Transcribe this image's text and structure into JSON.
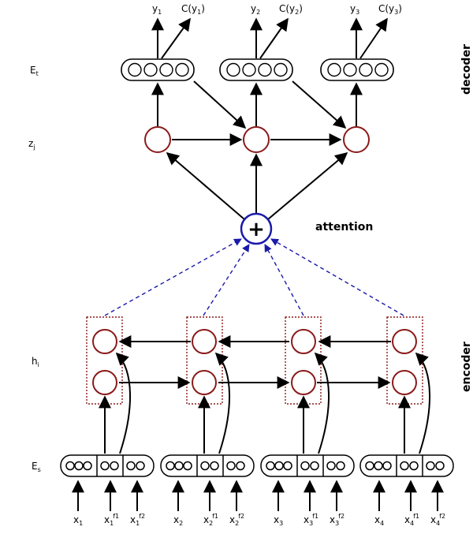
{
  "labels": {
    "decoder": "decoder",
    "encoder": "encoder",
    "attention": "attention",
    "attention_symbol": "+",
    "row_Et": {
      "main": "E",
      "sub": "t"
    },
    "row_zj": {
      "main": "z",
      "sub": "j"
    },
    "row_hi": {
      "main": "h",
      "sub": "i"
    },
    "row_Es": {
      "main": "E",
      "sub": "s"
    }
  },
  "decoder_outputs": [
    {
      "y": "y",
      "y_sub": "1",
      "c_pre": "C(y",
      "c_sub": "1",
      "c_post": ")"
    },
    {
      "y": "y",
      "y_sub": "2",
      "c_pre": "C(y",
      "c_sub": "2",
      "c_post": ")"
    },
    {
      "y": "y",
      "y_sub": "3",
      "c_pre": "C(y",
      "c_sub": "3",
      "c_post": ")"
    }
  ],
  "encoder_inputs": [
    [
      {
        "main": "x",
        "sub": "1",
        "sup": ""
      },
      {
        "main": "x",
        "sub": "1",
        "sup": "f1"
      },
      {
        "main": "x",
        "sub": "1",
        "sup": "f2"
      }
    ],
    [
      {
        "main": "x",
        "sub": "2",
        "sup": ""
      },
      {
        "main": "x",
        "sub": "2",
        "sup": "f1"
      },
      {
        "main": "x",
        "sub": "2",
        "sup": "f2"
      }
    ],
    [
      {
        "main": "x",
        "sub": "3",
        "sup": ""
      },
      {
        "main": "x",
        "sub": "3",
        "sup": "f1"
      },
      {
        "main": "x",
        "sub": "3",
        "sup": "f2"
      }
    ],
    [
      {
        "main": "x",
        "sub": "4",
        "sup": ""
      },
      {
        "main": "x",
        "sub": "4",
        "sup": "f1"
      },
      {
        "main": "x",
        "sub": "4",
        "sup": "f2"
      }
    ]
  ],
  "colors": {
    "hidden_node": "#8b1a1a",
    "hidden_box": "#8b1a1a",
    "attention": "#1a1aaa",
    "stroke": "#000000"
  }
}
